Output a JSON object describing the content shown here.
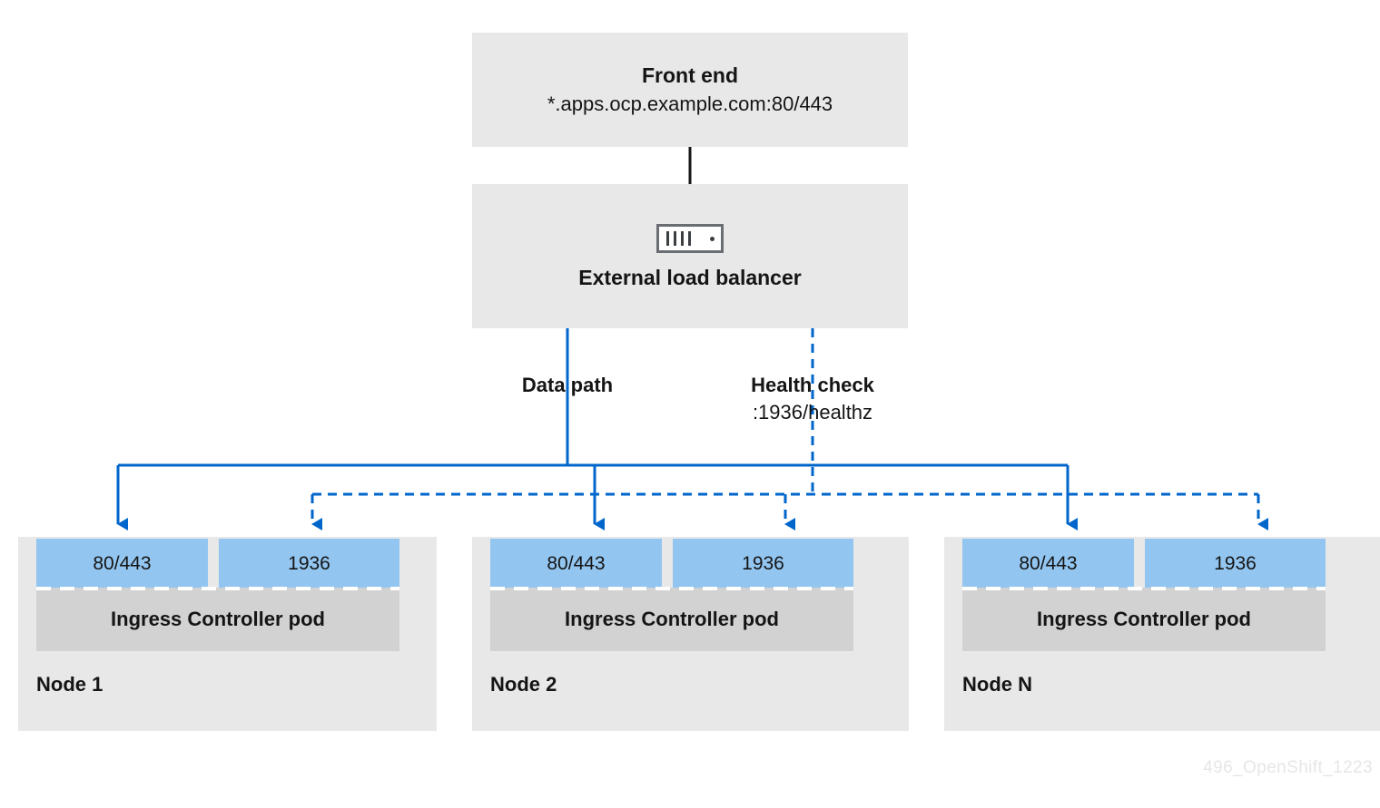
{
  "diagram": {
    "title": "OpenShift Ingress Controller external load balancer topology",
    "watermark": "496_OpenShift_1223",
    "colors": {
      "box_gray": "#e8e8e8",
      "pod_gray": "#d2d2d2",
      "port_blue": "#92c5f0",
      "wire_blue": "#0066cc",
      "text_dark": "#151515",
      "icon_gray": "#6a6e73",
      "watermark_gray": "#e6e6e6"
    }
  },
  "frontend": {
    "title": "Front end",
    "endpoint": "*.apps.ocp.example.com:80/443"
  },
  "load_balancer": {
    "label": "External load balancer",
    "icon": "server-icon"
  },
  "paths": {
    "data": {
      "line1": "Data path",
      "line2": "",
      "style": "solid"
    },
    "health": {
      "line1": "Health check",
      "line2": ":1936/healthz",
      "style": "dashed"
    }
  },
  "nodes": [
    {
      "label": "Node 1",
      "pod_label": "Ingress Controller pod",
      "ports": [
        {
          "name": "data-port",
          "value": "80/443"
        },
        {
          "name": "health-port",
          "value": "1936"
        }
      ]
    },
    {
      "label": "Node 2",
      "pod_label": "Ingress Controller pod",
      "ports": [
        {
          "name": "data-port",
          "value": "80/443"
        },
        {
          "name": "health-port",
          "value": "1936"
        }
      ]
    },
    {
      "label": "Node N",
      "pod_label": "Ingress Controller pod",
      "ports": [
        {
          "name": "data-port",
          "value": "80/443"
        },
        {
          "name": "health-port",
          "value": "1936"
        }
      ]
    }
  ]
}
